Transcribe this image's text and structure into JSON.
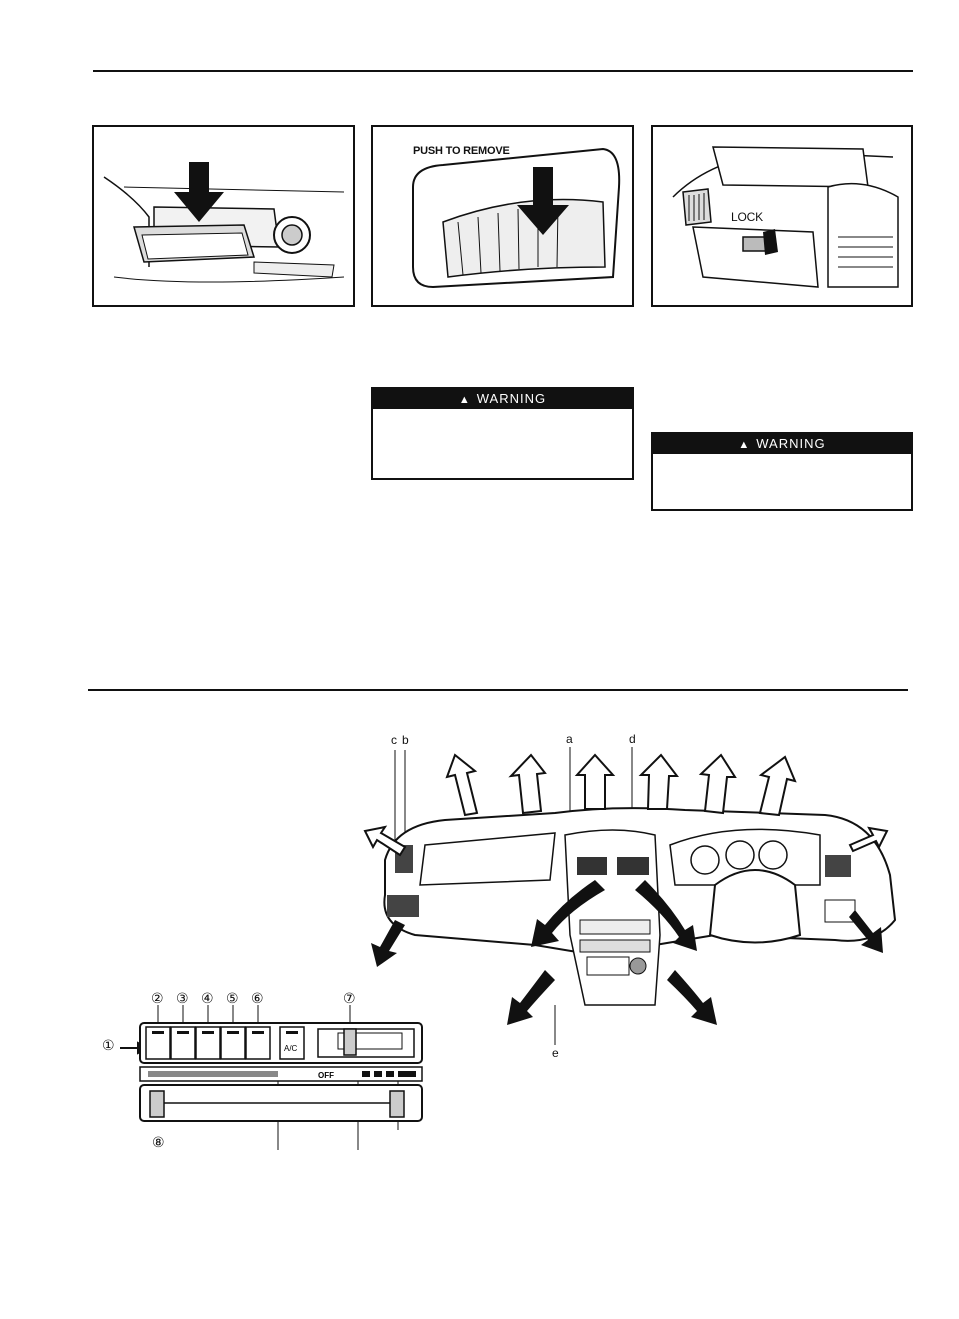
{
  "figures": {
    "fig2": {
      "caption": "PUSH TO REMOVE"
    },
    "fig3": {
      "caption": "LOCK"
    }
  },
  "warnings": [
    {
      "title": "WARNING"
    },
    {
      "title": "WARNING"
    }
  ],
  "dash_callouts": {
    "c": "c",
    "b": "b",
    "a": "a",
    "d": "d",
    "e": "e"
  },
  "panel": {
    "numbers": [
      "①",
      "②",
      "③",
      "④",
      "⑤",
      "⑥",
      "⑦",
      "⑧"
    ],
    "ac_label": "A/C",
    "off_label": "OFF"
  }
}
